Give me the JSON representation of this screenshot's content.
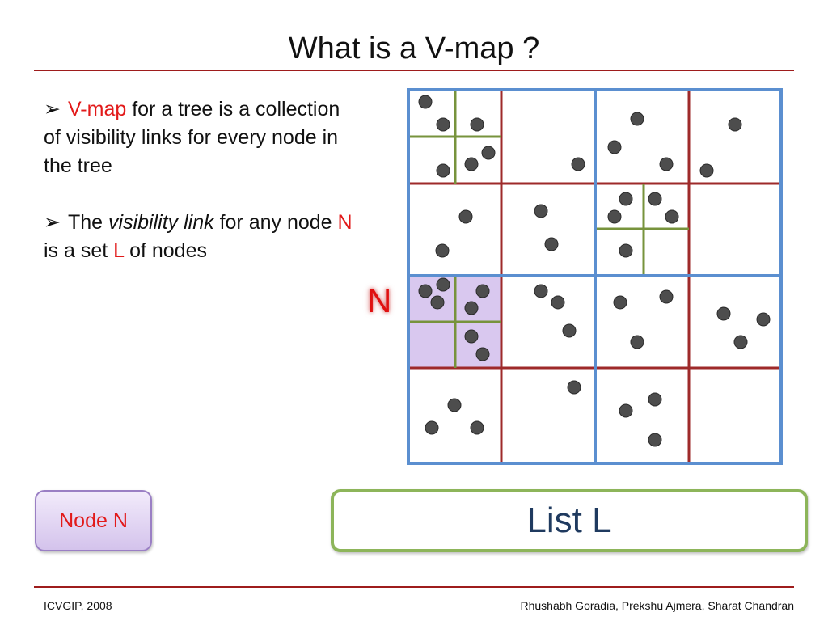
{
  "slide": {
    "title": "What is a V-map ?",
    "bullets": [
      {
        "parts": [
          {
            "text": "V-map",
            "highlight": true,
            "italic": false
          },
          {
            "text": " for a tree is a collection of visibility links for every node in the tree",
            "highlight": false,
            "italic": false
          }
        ]
      },
      {
        "parts": [
          {
            "text": "The ",
            "highlight": false,
            "italic": false
          },
          {
            "text": "visibility link",
            "highlight": false,
            "italic": true
          },
          {
            "text": " for any node ",
            "highlight": false,
            "italic": false
          },
          {
            "text": "N",
            "highlight": true,
            "italic": false
          },
          {
            "text": " is a set ",
            "highlight": false,
            "italic": false
          },
          {
            "text": "L",
            "highlight": true,
            "italic": false
          },
          {
            "text": " of nodes",
            "highlight": false,
            "italic": false
          }
        ]
      }
    ],
    "bullet_icon": "arrowhead-bullet-icon",
    "node_label": "N",
    "node_box_label": "Node N",
    "list_box_label": "List L",
    "footer_left": "ICVGIP, 2008",
    "footer_right": "Rhushabh Goradia, Prekshu Ajmera, Sharat Chandran",
    "colors": {
      "accent_red": "#e21a1a",
      "rule": "#9e1c1c",
      "level1_blue": "#5b8fd0",
      "level2_red": "#9e2a2a",
      "level3_green": "#77933c",
      "highlight_purple": "#d4c3ec",
      "point": "#4d4d4d"
    }
  }
}
